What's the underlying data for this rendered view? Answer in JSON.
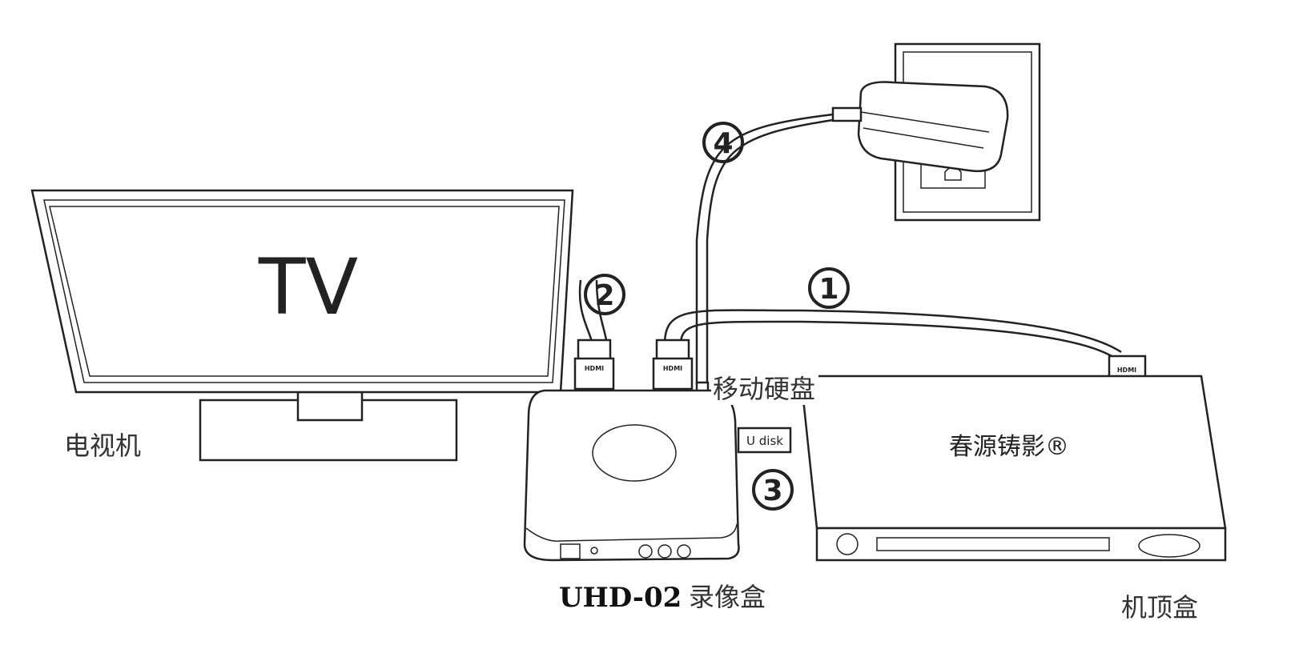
{
  "tv": {
    "screen_text": "TV",
    "label": "电视机"
  },
  "recorder": {
    "model": "UHD-02",
    "label": "录像盒"
  },
  "hard_disk": {
    "label": "移动硬盘",
    "usb_label": "U disk"
  },
  "set_top_box": {
    "label": "机顶盒",
    "brand_logo": "春源铸影®"
  },
  "connector_text": "HDMI",
  "steps": [
    "1",
    "2",
    "3",
    "4"
  ]
}
